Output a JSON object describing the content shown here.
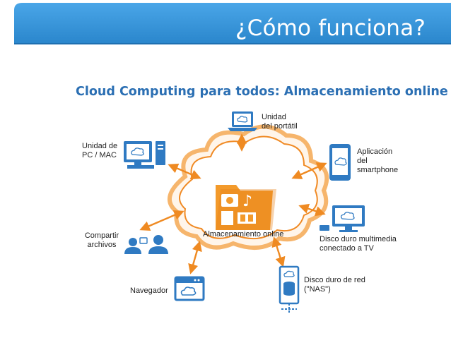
{
  "header": {
    "title": "¿Cómo funciona?"
  },
  "diagram": {
    "title": "Cloud Computing para todos: Almacenamiento online",
    "center_label": "Almacenamiento online",
    "nodes": {
      "laptop": [
        "Unidad",
        "del portátil"
      ],
      "pc": [
        "Unidad de",
        "PC / MAC"
      ],
      "smartphone": [
        "Aplicación",
        "del",
        "smartphone"
      ],
      "multimedia": [
        "Disco duro multimedia",
        "conectado a TV"
      ],
      "share": [
        "Compartir",
        "archivos"
      ],
      "browser": [
        "Navegador"
      ],
      "nas": [
        "Disco duro de red",
        "(\"NAS\")"
      ]
    }
  },
  "colors": {
    "banner": "#2f8fd6",
    "accent": "#2b6fb3",
    "cloud": "#ffffff",
    "cloud_stroke": "#f08a24",
    "folder": "#f39a2b",
    "arrow": "#ef8a22",
    "icon_blue": "#2f7ac2"
  }
}
